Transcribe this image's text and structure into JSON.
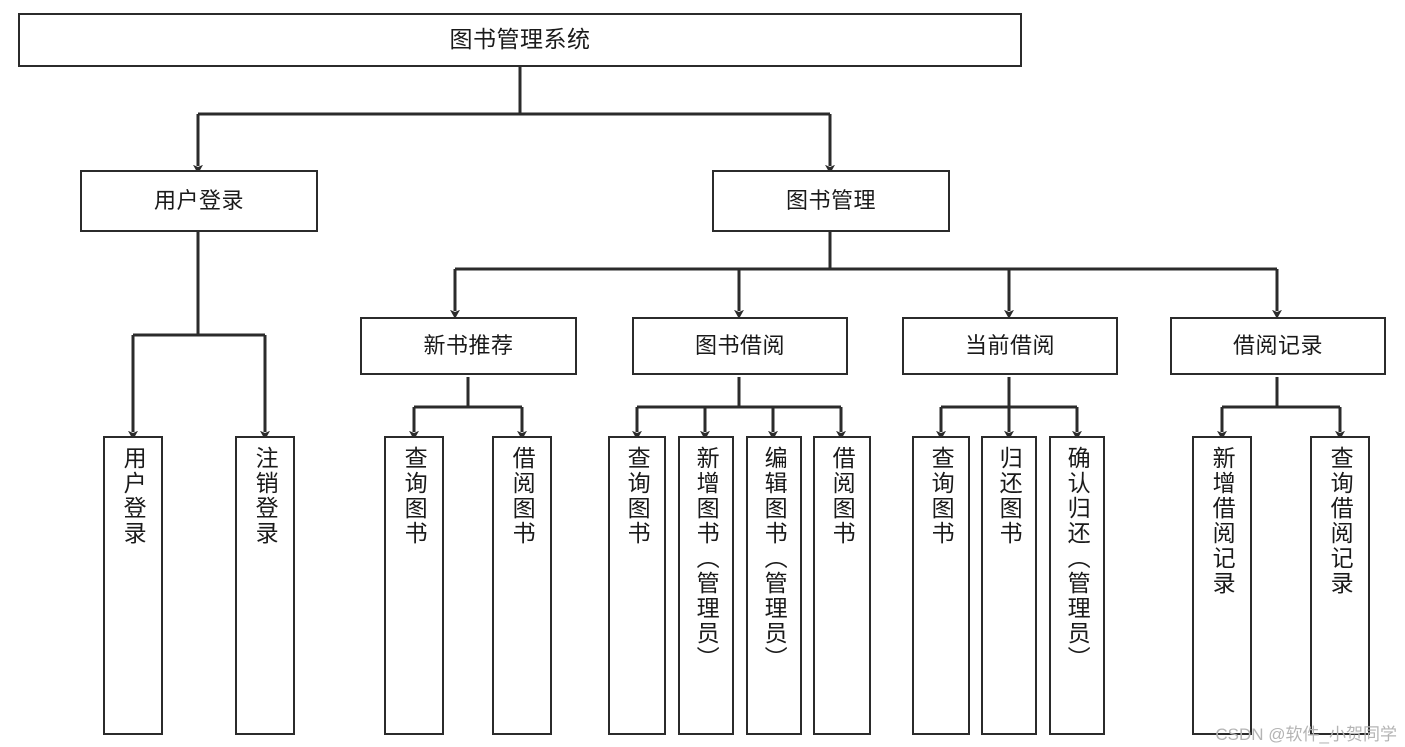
{
  "diagram": {
    "title": "图书管理系统",
    "type": "tree-hierarchy",
    "colors": {
      "background": "#ffffff",
      "box_border": "#2b2b2b",
      "box_fill": "#ffffff",
      "edge": "#2b2b2b",
      "text": "#1a1a1a",
      "watermark": "#b4b4b4"
    },
    "root": {
      "label": "图书管理系统"
    },
    "level1": [
      {
        "label": "用户登录"
      },
      {
        "label": "图书管理"
      }
    ],
    "level2": [
      {
        "label": "新书推荐"
      },
      {
        "label": "图书借阅"
      },
      {
        "label": "当前借阅"
      },
      {
        "label": "借阅记录"
      }
    ],
    "leaves": [
      {
        "label": "用户登录"
      },
      {
        "label": "注销登录"
      },
      {
        "label": "查询图书"
      },
      {
        "label": "借阅图书"
      },
      {
        "label": "查询图书"
      },
      {
        "label": "新增图书（管理员）"
      },
      {
        "label": "编辑图书（管理员）"
      },
      {
        "label": "借阅图书"
      },
      {
        "label": "查询图书"
      },
      {
        "label": "归还图书"
      },
      {
        "label": "确认归还（管理员）"
      },
      {
        "label": "新增借阅记录"
      },
      {
        "label": "查询借阅记录"
      }
    ]
  },
  "watermark": {
    "text": "CSDN @软件_小贺同学"
  }
}
